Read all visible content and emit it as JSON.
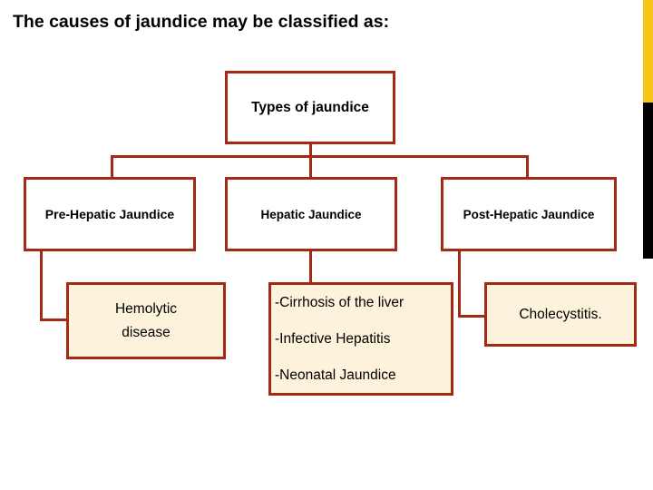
{
  "slide": {
    "title": "The causes of jaundice may be classified as:",
    "accent_color": "#a52a15",
    "node_fill": "#fdf3dc",
    "edge_bar_yellow": "#f5c518",
    "edge_bar_black": "#000000"
  },
  "diagram": {
    "type": "tree",
    "root": {
      "label": "Types of jaundice"
    },
    "branches": [
      {
        "label": "Pre-Hepatic Jaundice",
        "detail_lines": [
          "Hemolytic",
          "disease"
        ]
      },
      {
        "label": "Hepatic Jaundice",
        "detail_lines": [
          "-Cirrhosis of the liver",
          "-Infective Hepatitis",
          "-Neonatal Jaundice"
        ]
      },
      {
        "label": "Post-Hepatic Jaundice",
        "detail_lines": [
          "Cholecystitis."
        ]
      }
    ]
  }
}
